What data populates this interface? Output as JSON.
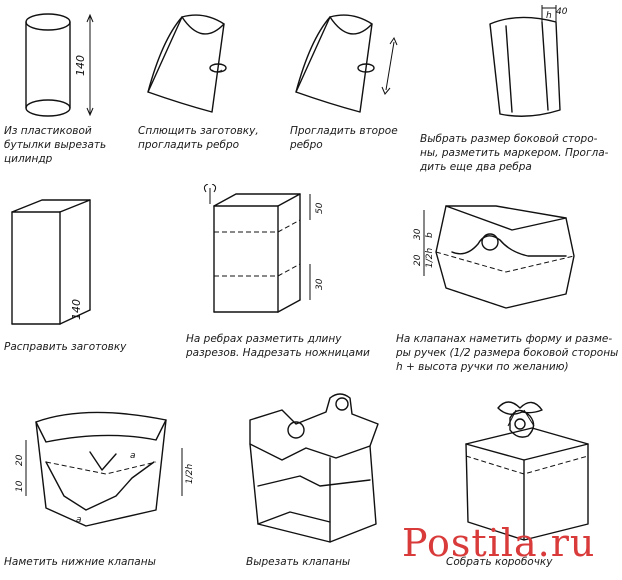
{
  "steps": [
    {
      "caption": "Из пластиковой\nбутылки вырезать\nцилиндр",
      "dims": [
        "140"
      ]
    },
    {
      "caption": "Сплющить заготовку,\nпрогладить ребро",
      "dims": []
    },
    {
      "caption": "Прогладить второе\nребро",
      "dims": []
    },
    {
      "caption": "Выбрать размер боковой сторо-\nны, разметить маркером. Прогла-\nдить еще два ребра",
      "dims": [
        "40",
        "h"
      ]
    },
    {
      "caption": "Расправить заготовку",
      "dims": [
        "140"
      ]
    },
    {
      "caption": "На ребрах разметить длину\nразрезов. Надрезать ножницами",
      "dims": [
        "50",
        "30"
      ]
    },
    {
      "caption": "На клапанах наметить форму и разме-\nры ручек (1/2 размера боковой стороны\nh + высота ручки по желанию)",
      "dims": [
        "20",
        "30",
        "b",
        "1/2h"
      ]
    },
    {
      "caption": "Наметить нижние клапаны",
      "dims": [
        "10",
        "20",
        "1/2h",
        "a",
        "a"
      ]
    },
    {
      "caption": "Вырезать клапаны",
      "dims": []
    },
    {
      "caption": "Собрать коробочку",
      "dims": []
    }
  ],
  "watermark": {
    "text": "Postila.ru",
    "color": "#d93a3a"
  }
}
